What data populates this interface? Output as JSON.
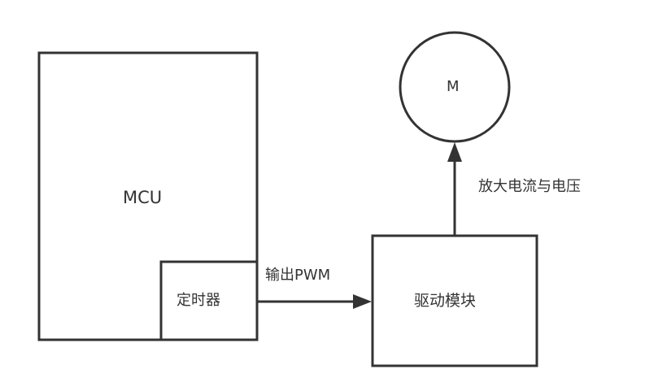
{
  "diagram": {
    "nodes": {
      "mcu": {
        "label": "MCU"
      },
      "timer": {
        "label": "定时器"
      },
      "driver": {
        "label": "驱动模块"
      },
      "motor": {
        "label": "M"
      }
    },
    "edges": {
      "timer_to_driver": {
        "label": "输出PWM"
      },
      "driver_to_motor": {
        "label": "放大电流与电压"
      }
    },
    "colors": {
      "stroke": "#333333",
      "text": "#333333",
      "background": "#ffffff"
    }
  }
}
